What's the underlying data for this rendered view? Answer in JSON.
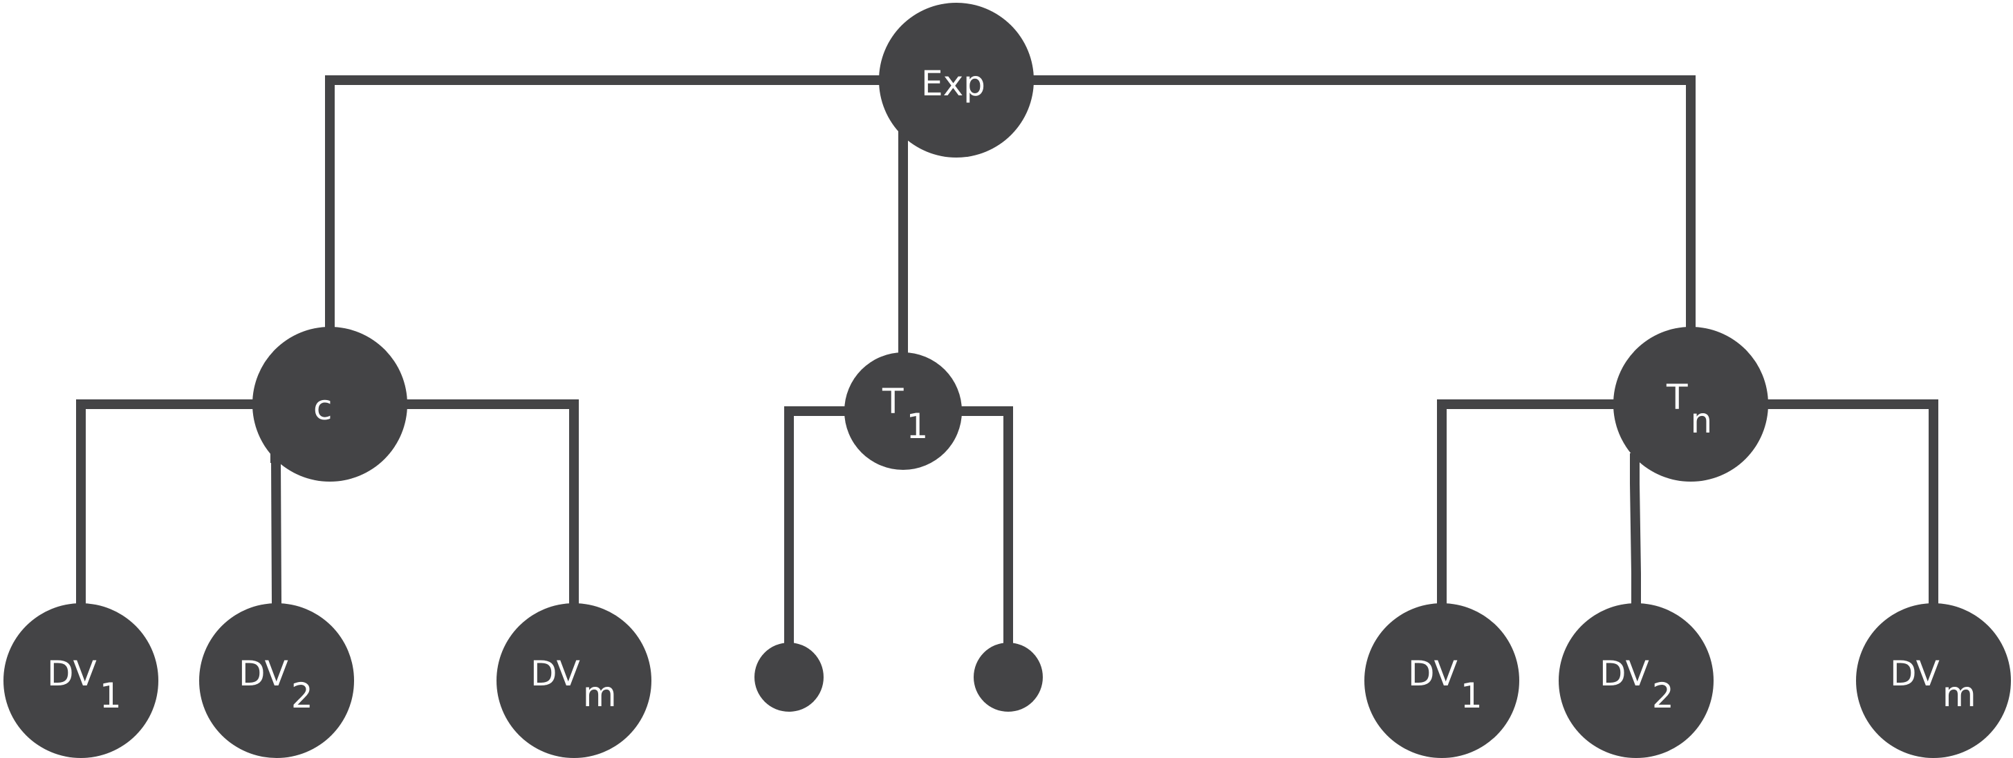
{
  "diagram": {
    "root": {
      "label": "Exp",
      "sub": ""
    },
    "control": {
      "label": "c",
      "sub": ""
    },
    "treatment_first": {
      "label": "T",
      "sub": "1"
    },
    "treatment_last": {
      "label": "T",
      "sub": "n"
    },
    "control_children": [
      {
        "label": "DV",
        "sub": "1"
      },
      {
        "label": "DV",
        "sub": "2"
      },
      {
        "label": "DV",
        "sub": "m"
      }
    ],
    "treatment_first_children": [
      {
        "label": "",
        "sub": ""
      },
      {
        "label": "",
        "sub": ""
      }
    ],
    "treatment_last_children": [
      {
        "label": "DV",
        "sub": "1"
      },
      {
        "label": "DV",
        "sub": "2"
      },
      {
        "label": "DV",
        "sub": "m"
      }
    ],
    "colors": {
      "node_fill": "#444446",
      "edge": "#444446",
      "label": "#ffffff",
      "background": "#ffffff"
    }
  }
}
